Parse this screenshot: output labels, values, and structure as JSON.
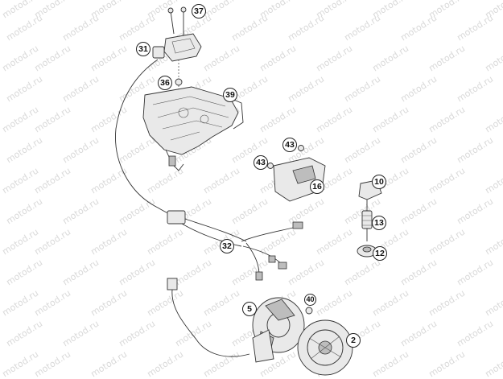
{
  "watermark": "motod.ru",
  "callouts": [
    {
      "id": "c37",
      "label": "37"
    },
    {
      "id": "c31",
      "label": "31"
    },
    {
      "id": "c36",
      "label": "36"
    },
    {
      "id": "c39",
      "label": "39"
    },
    {
      "id": "c43a",
      "label": "43"
    },
    {
      "id": "c43b",
      "label": "43"
    },
    {
      "id": "c16",
      "label": "16"
    },
    {
      "id": "c10",
      "label": "10"
    },
    {
      "id": "c13",
      "label": "13"
    },
    {
      "id": "c12",
      "label": "12"
    },
    {
      "id": "c32",
      "label": "32"
    },
    {
      "id": "c5",
      "label": "5"
    },
    {
      "id": "c40",
      "label": "40"
    },
    {
      "id": "c2",
      "label": "2"
    }
  ]
}
